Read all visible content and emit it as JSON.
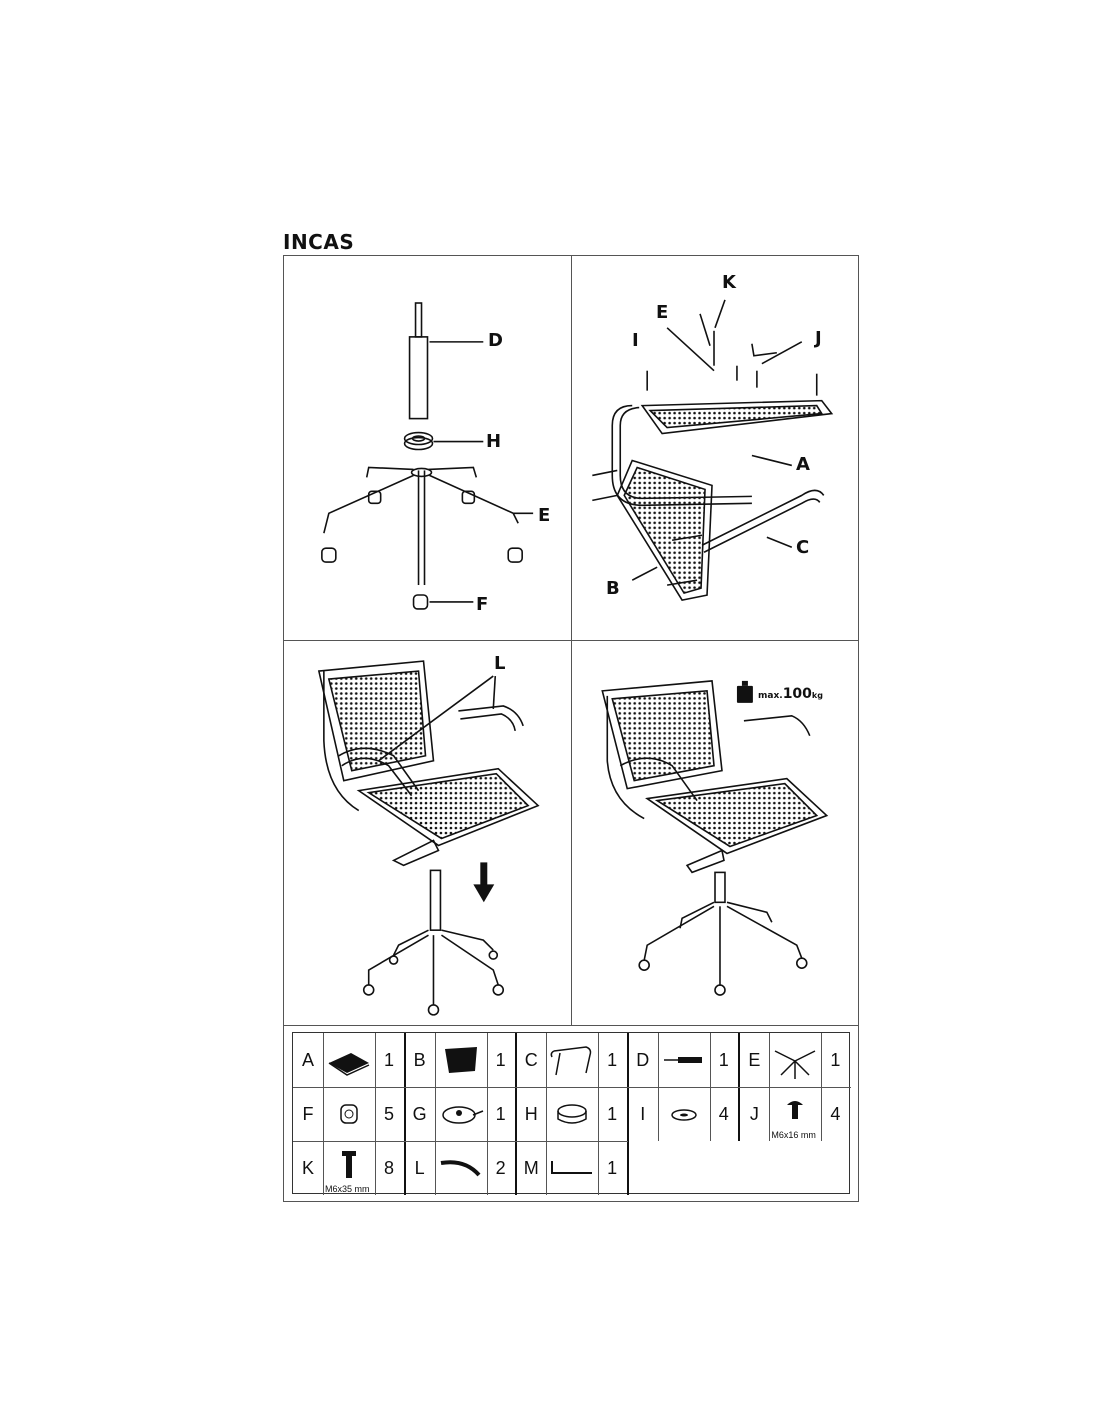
{
  "title": "INCAS",
  "step1_labels": {
    "d": "D",
    "h": "H",
    "e": "E",
    "f": "F"
  },
  "step2_labels": {
    "k": "K",
    "e": "E",
    "i": "I",
    "j": "J",
    "a": "A",
    "c": "C",
    "b": "B"
  },
  "step3_labels": {
    "l": "L"
  },
  "weight_limit": {
    "prefix": "max.",
    "value": "100",
    "unit": "kg"
  },
  "parts": [
    {
      "letter": "A",
      "qty": "1",
      "icon": "seat-cushion-icon"
    },
    {
      "letter": "B",
      "qty": "1",
      "icon": "backrest-icon"
    },
    {
      "letter": "C",
      "qty": "1",
      "icon": "frame-icon"
    },
    {
      "letter": "D",
      "qty": "1",
      "icon": "gas-lift-icon"
    },
    {
      "letter": "E",
      "qty": "1",
      "icon": "star-base-icon"
    },
    {
      "letter": "F",
      "qty": "5",
      "icon": "caster-icon"
    },
    {
      "letter": "G",
      "qty": "1",
      "icon": "mechanism-icon"
    },
    {
      "letter": "H",
      "qty": "1",
      "icon": "gas-lift-cover-icon"
    },
    {
      "letter": "I",
      "qty": "4",
      "icon": "washer-icon"
    },
    {
      "letter": "J",
      "qty": "4",
      "icon": "short-bolt-icon",
      "size": "M6x16 mm"
    },
    {
      "letter": "K",
      "qty": "8",
      "icon": "long-bolt-icon",
      "size": "M6x35 mm"
    },
    {
      "letter": "L",
      "qty": "2",
      "icon": "armrest-icon"
    },
    {
      "letter": "M",
      "qty": "1",
      "icon": "allen-key-icon"
    }
  ]
}
